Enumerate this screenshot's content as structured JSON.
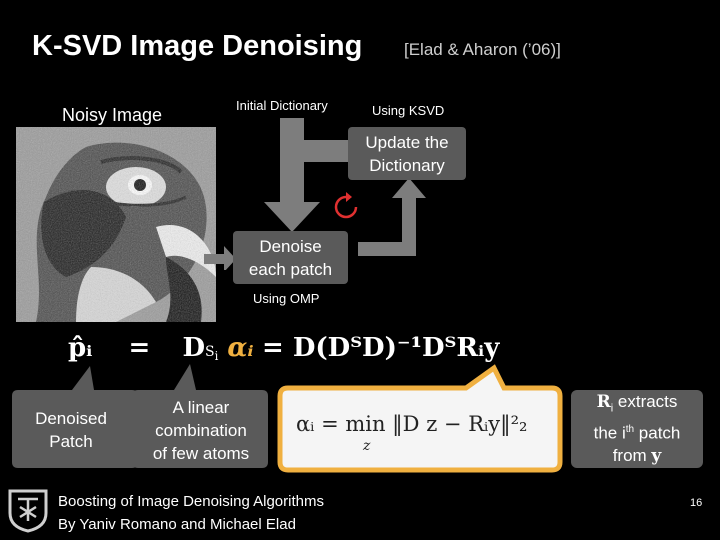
{
  "title": "K-SVD Image Denoising",
  "citation": "[Elad & Aharon (’06)]",
  "labels": {
    "noisy_image": "Noisy Image",
    "initial_dictionary": "Initial Dictionary",
    "using_ksvd": "Using KSVD",
    "using_omp": "Using OMP"
  },
  "boxes": {
    "update_line1": "Update the",
    "update_line2": "Dictionary",
    "denoise_line1": "Denoise",
    "denoise_line2": "each patch",
    "denoised_line1": "Denoised",
    "denoised_line2": "Patch",
    "linear_line1": "A linear",
    "linear_line2": "combination",
    "linear_line3": "of few atoms",
    "r_line1": "extracts",
    "r_line2": "the i",
    "r_line2_sup": "th",
    "r_line2_end": " patch",
    "r_line3": "from"
  },
  "equations": {
    "p_hat_i": "p̂ᵢ",
    "equals": "=",
    "d_si_alpha": "D",
    "alpha": "αᵢ",
    "rhs": "= D(DᵀD)⁻¹DᵀRᵢy",
    "omp": "αᵢ = min ‖D z − Rᵢy‖²₂",
    "min_sub": "z",
    "r_bold": "R",
    "y_bold": "y"
  },
  "footer": {
    "line1": "Boosting of Image Denoising Algorithms",
    "line2": "By Yaniv Romano and Michael Elad"
  },
  "page_number": "16",
  "colors": {
    "box_gray": "#5a5a5a",
    "arrow_gray": "#7d7d7d",
    "accent_orange": "#f0b040",
    "refresh_red": "#e03030"
  }
}
